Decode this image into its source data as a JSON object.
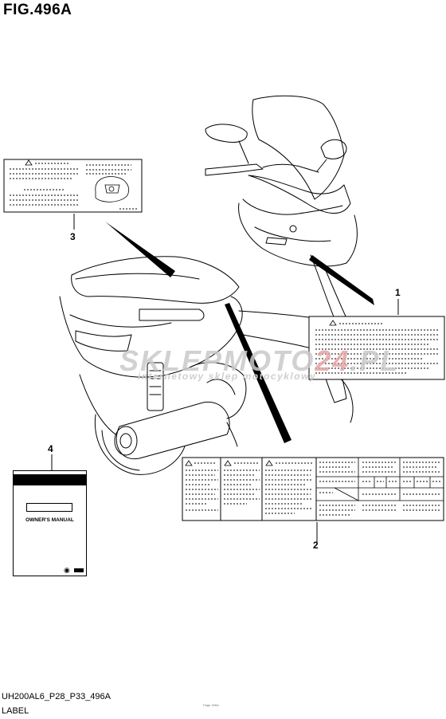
{
  "figure": {
    "title": "FIG.496A",
    "code": "UH200AL6_P28_P33_496A",
    "caption": "LABEL",
    "footer_tiny": "Page 496A"
  },
  "watermark": {
    "part1": "SKLEPMOTO",
    "part2": "24",
    "part3": ".PL",
    "sub": "internetowy sklep motocyklowy"
  },
  "callouts": [
    {
      "number": "1"
    },
    {
      "number": "2"
    },
    {
      "number": "3"
    },
    {
      "number": "4"
    }
  ],
  "manual": {
    "title": "OWNER'S MANUAL",
    "logo_icon": "suzuki-s-logo-icon"
  }
}
